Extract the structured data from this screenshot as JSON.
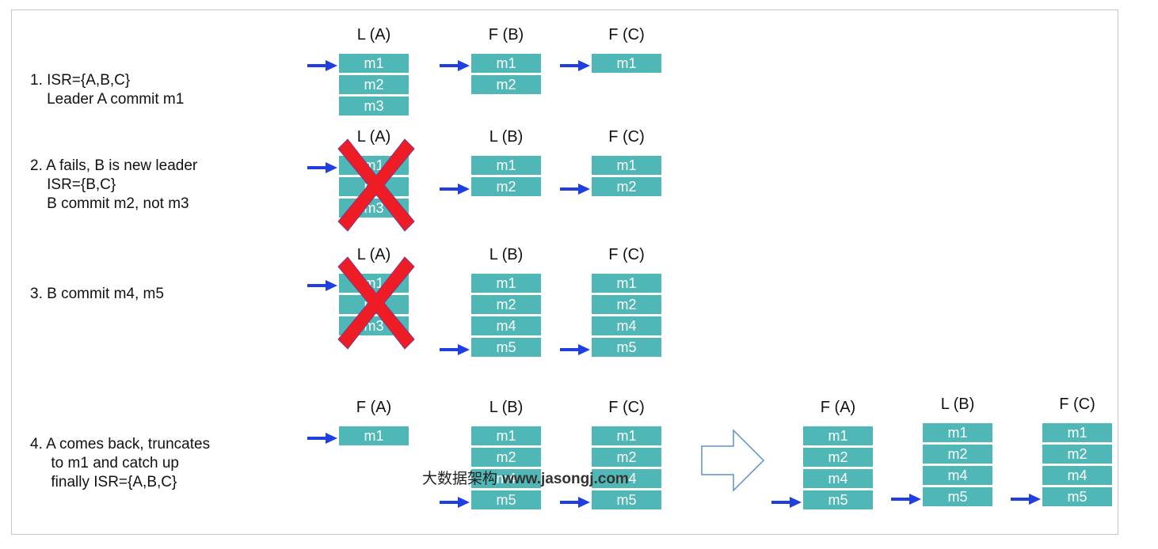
{
  "steps": [
    {
      "text": "1. ISR={A,B,C}\n    Leader A commit m1",
      "nodes": [
        {
          "label": "L (A)",
          "cells": [
            "m1",
            "m2",
            "m3"
          ],
          "failed": false,
          "pointer": 1
        },
        {
          "label": "F (B)",
          "cells": [
            "m1",
            "m2"
          ],
          "failed": false,
          "pointer": 1
        },
        {
          "label": "F (C)",
          "cells": [
            "m1"
          ],
          "failed": false,
          "pointer": 1
        }
      ]
    },
    {
      "text": "2. A fails, B is new leader\n    ISR={B,C}\n    B commit m2, not m3",
      "nodes": [
        {
          "label": "L (A)",
          "cells": [
            "m1",
            "m2",
            "m3"
          ],
          "failed": true,
          "pointer": 1
        },
        {
          "label": "L (B)",
          "cells": [
            "m1",
            "m2"
          ],
          "failed": false,
          "pointer": 2
        },
        {
          "label": "F (C)",
          "cells": [
            "m1",
            "m2"
          ],
          "failed": false,
          "pointer": 2
        }
      ]
    },
    {
      "text": "3. B commit m4, m5",
      "nodes": [
        {
          "label": "L (A)",
          "cells": [
            "m1",
            "m2",
            "m3"
          ],
          "failed": true,
          "pointer": 1
        },
        {
          "label": "L (B)",
          "cells": [
            "m1",
            "m2",
            "m4",
            "m5"
          ],
          "failed": false,
          "pointer": 4
        },
        {
          "label": "F (C)",
          "cells": [
            "m1",
            "m2",
            "m4",
            "m5"
          ],
          "failed": false,
          "pointer": 4
        }
      ]
    },
    {
      "text": "4. A comes back, truncates\n     to m1 and catch up\n     finally ISR={A,B,C}",
      "nodes": [
        {
          "label": "F (A)",
          "cells": [
            "m1"
          ],
          "failed": false,
          "pointer": 1
        },
        {
          "label": "L (B)",
          "cells": [
            "m1",
            "m2",
            "m4",
            "m5"
          ],
          "failed": false,
          "pointer": 4
        },
        {
          "label": "F (C)",
          "cells": [
            "m1",
            "m2",
            "m4",
            "m5"
          ],
          "failed": false,
          "pointer": 4
        }
      ],
      "result_nodes": [
        {
          "label": "F (A)",
          "cells": [
            "m1",
            "m2",
            "m4",
            "m5"
          ],
          "failed": false,
          "pointer": 4
        },
        {
          "label": "L (B)",
          "cells": [
            "m1",
            "m2",
            "m4",
            "m5"
          ],
          "failed": false,
          "pointer": 4
        },
        {
          "label": "F (C)",
          "cells": [
            "m1",
            "m2",
            "m4",
            "m5"
          ],
          "failed": false,
          "pointer": 4
        }
      ]
    }
  ],
  "watermark": {
    "cn": "大数据架构",
    "url": "www.jasongj.com"
  },
  "colors": {
    "cell": "#4fb8b6",
    "pointer": "#1f3fe0",
    "fail_mark": "#ee1c24",
    "cell_text": "#ffffff"
  }
}
